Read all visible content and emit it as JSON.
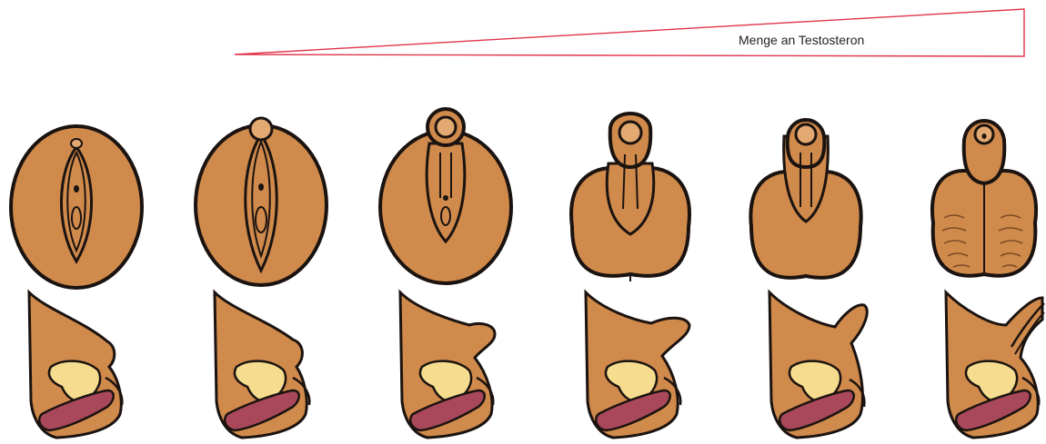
{
  "gradient_label": "Menge an Testosteron",
  "colors": {
    "skin": "#d08a4b",
    "skin_light": "#e2a971",
    "outline": "#1b1310",
    "wedge": "#e0344a",
    "bladder": "#f5dc8e",
    "rectum": "#a8485a"
  },
  "stages": [
    {
      "name": "stage-1",
      "external_view": "vulva",
      "side_view": "sagittal"
    },
    {
      "name": "stage-2",
      "external_view": "intermediate",
      "side_view": "sagittal"
    },
    {
      "name": "stage-3",
      "external_view": "intermediate",
      "side_view": "sagittal"
    },
    {
      "name": "stage-4",
      "external_view": "intermediate",
      "side_view": "sagittal"
    },
    {
      "name": "stage-5",
      "external_view": "intermediate",
      "side_view": "sagittal"
    },
    {
      "name": "stage-6",
      "external_view": "penis-scrotum",
      "side_view": "sagittal"
    }
  ]
}
